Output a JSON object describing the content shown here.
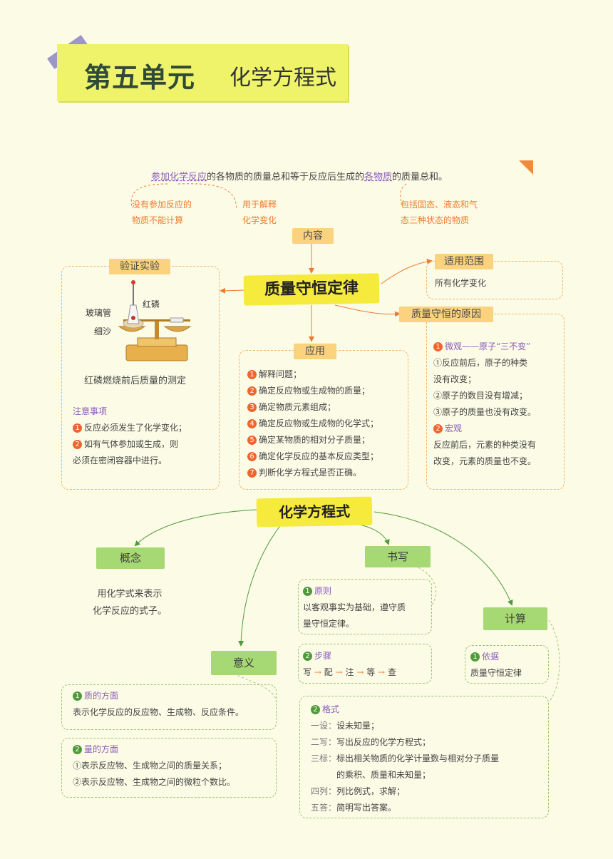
{
  "title": {
    "unit": "第五单元",
    "topic": "化学方程式"
  },
  "definition": {
    "p1": "参加化学反应",
    "p2": "的各物质的质量总和等于反应后生成的",
    "p3": "各物质",
    "p4": "的质量总和。"
  },
  "annotations": {
    "a1_line1": "没有参加反应的",
    "a1_line2": "物质不能计算",
    "a2_line1": "用于解释",
    "a2_line2": "化学变化",
    "a3_line1": "包括固态、液态和气",
    "a3_line2": "态三种状态的物质"
  },
  "law": {
    "center": "质量守恒定律",
    "content_label": "内容",
    "scope_label": "适用范围",
    "scope_text": "所有化学变化",
    "experiment_label": "验证实验",
    "experiment": {
      "glass_tube": "玻璃管",
      "red_phosphorus": "红磷",
      "fine_sand": "细沙",
      "caption": "红磷燃烧前后质量的测定",
      "notes_title": "注意事项",
      "notes": [
        "反应必须发生了化学变化；",
        "如有气体参加或生成，则",
        "必须在密闭容器中进行。"
      ]
    },
    "application_label": "应用",
    "applications": [
      "解释问题；",
      "确定反应物或生成物的质量；",
      "确定物质元素组成；",
      "确定反应物或生成物的化学式；",
      "确定某物质的相对分子质量；",
      "确定化学反应的基本反应类型；",
      "判断化学方程式是否正确。"
    ],
    "reason_label": "质量守恒的原因",
    "reason": {
      "micro_title": "微观——原子“三不变”",
      "micro_items": [
        "①反应前后，原子的种类",
        "没有改变；",
        "②原子的数目没有增减；",
        "③原子的质量也没有改变。"
      ],
      "macro_title": "宏观",
      "macro_lines": [
        "反应前后，元素的种类没有",
        "改变，元素的质量也不变。"
      ]
    }
  },
  "equation": {
    "center": "化学方程式",
    "concept_label": "概念",
    "concept_lines": [
      "用化学式来表示",
      "化学反应的式子。"
    ],
    "meaning_label": "意义",
    "meaning": {
      "quality_title": "质的方面",
      "quality_text": "表示化学反应的反应物、生成物、反应条件。",
      "quantity_title": "量的方面",
      "quantity_lines": [
        "①表示反应物、生成物之间的质量关系；",
        "②表示反应物、生成物之间的微粒个数比。"
      ]
    },
    "writing_label": "书写",
    "writing": {
      "principle_title": "原则",
      "principle_lines": [
        "以客观事实为基础，遵守质",
        "量守恒定律。"
      ],
      "steps_title": "步骤",
      "steps": [
        "写",
        "配",
        "注",
        "等",
        "查"
      ],
      "step_arrow": "→"
    },
    "calc_label": "计算",
    "calc": {
      "basis_title": "依据",
      "basis_text": "质量守恒定律",
      "format_title": "格式",
      "format_items": [
        {
          "k": "一设：",
          "v": "设未知量；"
        },
        {
          "k": "二写：",
          "v": "写出反应的化学方程式；"
        },
        {
          "k": "三标：",
          "v": "标出相关物质的化学计量数与相对分子质量"
        },
        {
          "k": "",
          "v": "的乘积、质量和未知量；"
        },
        {
          "k": "四列：",
          "v": "列比例式，求解；"
        },
        {
          "k": "五答：",
          "v": "简明写出答案。"
        }
      ]
    }
  },
  "colors": {
    "orange": "#f07b2e",
    "purple": "#8a5cb8",
    "green": "#4f9a3a",
    "yellow": "#f6ea3c"
  }
}
